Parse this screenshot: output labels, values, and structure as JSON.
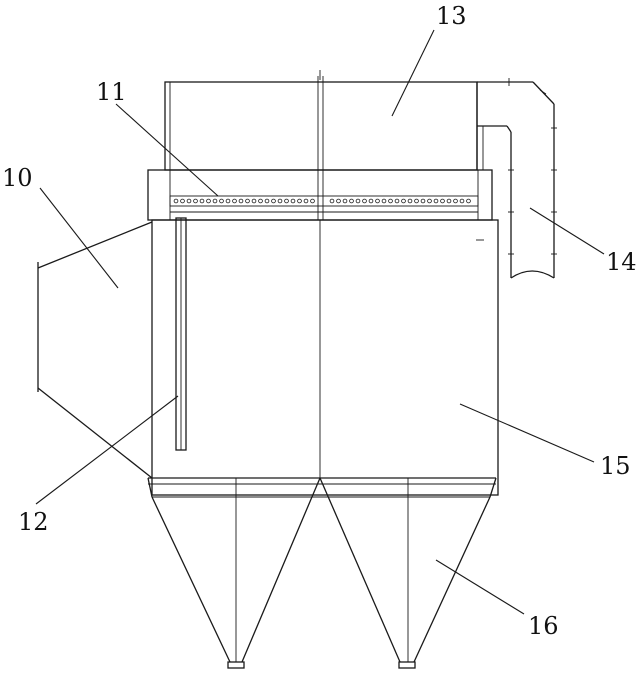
{
  "labels": {
    "inlet": "10",
    "header_pipe": "11",
    "blow_pipe": "12",
    "top_chamber": "13",
    "outlet_duct": "14",
    "body": "15",
    "hopper": "16"
  }
}
